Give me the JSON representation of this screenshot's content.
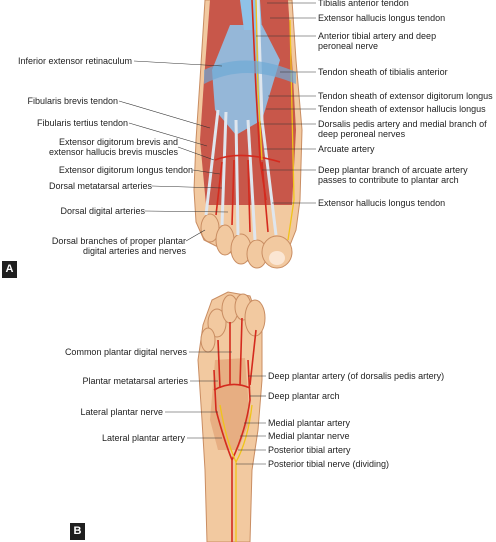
{
  "panel_a": {
    "badge": "A",
    "labels_left": [
      {
        "id": "inferior-extensor-retinaculum",
        "text": "Inferior extensor retinaculum"
      },
      {
        "id": "fibularis-brevis-tendon",
        "text": "Fibularis brevis tendon"
      },
      {
        "id": "fibularis-tertius-tendon",
        "text": "Fibularis tertius tendon"
      },
      {
        "id": "ext-dig-brevis",
        "text": "Extensor digitorum brevis and\nextensor hallucis brevis muscles"
      },
      {
        "id": "ext-dig-longus-tendon",
        "text": "Extensor digitorum longus tendon"
      },
      {
        "id": "dorsal-metatarsal-arteries",
        "text": "Dorsal metatarsal arteries"
      },
      {
        "id": "dorsal-digital-arteries",
        "text": "Dorsal digital arteries"
      },
      {
        "id": "dorsal-branches-plantar",
        "text": "Dorsal branches of proper plantar\ndigital arteries and nerves"
      }
    ],
    "labels_right": [
      {
        "id": "tibialis-anterior-tendon",
        "text": "Tibialis anterior tendon"
      },
      {
        "id": "ext-hallucis-longus-tendon-top",
        "text": "Extensor hallucis longus tendon"
      },
      {
        "id": "anterior-tibial-artery",
        "text": "Anterior tibial artery and deep\nperoneal nerve"
      },
      {
        "id": "sheath-tibialis-anterior",
        "text": "Tendon sheath of tibialis anterior"
      },
      {
        "id": "sheath-ext-dig-longus",
        "text": "Tendon sheath of extensor digitorum longus"
      },
      {
        "id": "sheath-ext-hallucis-longus",
        "text": "Tendon sheath of extensor hallucis longus"
      },
      {
        "id": "dorsalis-pedis-artery",
        "text": "Dorsalis pedis artery and medial branch of\ndeep peroneal nerves"
      },
      {
        "id": "arcuate-artery",
        "text": "Arcuate artery"
      },
      {
        "id": "deep-plantar-branch",
        "text": "Deep plantar branch of arcuate artery\npasses to contribute to plantar arch"
      },
      {
        "id": "ext-hallucis-longus-tendon-bottom",
        "text": "Extensor hallucis longus tendon"
      }
    ]
  },
  "panel_b": {
    "badge": "B",
    "labels_left": [
      {
        "id": "common-plantar-digital-nerves",
        "text": "Common plantar digital nerves"
      },
      {
        "id": "plantar-metatarsal-arteries",
        "text": "Plantar metatarsal arteries"
      },
      {
        "id": "lateral-plantar-nerve",
        "text": "Lateral plantar nerve"
      },
      {
        "id": "lateral-plantar-artery",
        "text": "Lateral plantar artery"
      }
    ],
    "labels_right": [
      {
        "id": "deep-plantar-artery",
        "text": "Deep plantar artery (of dorsalis pedis artery)"
      },
      {
        "id": "deep-plantar-arch",
        "text": "Deep plantar arch"
      },
      {
        "id": "medial-plantar-artery",
        "text": "Medial plantar artery"
      },
      {
        "id": "medial-plantar-nerve",
        "text": "Medial plantar nerve"
      },
      {
        "id": "posterior-tibial-artery",
        "text": "Posterior tibial artery"
      },
      {
        "id": "posterior-tibial-nerve",
        "text": "Posterior tibial nerve (dividing)"
      }
    ]
  },
  "colors": {
    "skin": "#f2c9a0",
    "skin_dark": "#e3a87a",
    "muscle": "#c8574a",
    "artery": "#d42a1e",
    "nerve": "#f0c419",
    "tendon": "#dfe6ee",
    "sheath": "#8fc2e8",
    "leader": "#333333"
  }
}
